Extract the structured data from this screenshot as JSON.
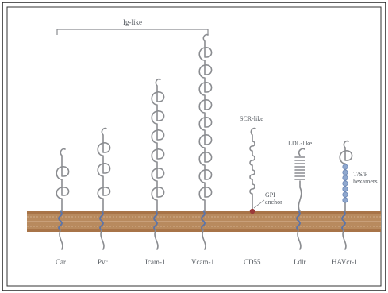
{
  "header": {
    "bracket_label": "Ig-like"
  },
  "proteins": [
    {
      "name": "Car"
    },
    {
      "name": "Pvr"
    },
    {
      "name": "Icam-1"
    },
    {
      "name": "Vcam-1"
    },
    {
      "name": "CD55"
    },
    {
      "name": "Ldlr"
    },
    {
      "name": "HAVcr-1"
    }
  ],
  "domain_labels": {
    "scr": "SCR-like",
    "ldl": "LDL-like",
    "tsp_line1": "T/S/P",
    "tsp_line2": "hexamers",
    "gpi_line1": "GPI",
    "gpi_line2": "anchor"
  },
  "colors": {
    "membrane": "#b88a5e",
    "membrane_band": "#a87448",
    "stalk": "#8a8c90",
    "domain_bead": "#8fa8cf",
    "tm_helix": "#5c74a8",
    "frame": "#222222"
  }
}
